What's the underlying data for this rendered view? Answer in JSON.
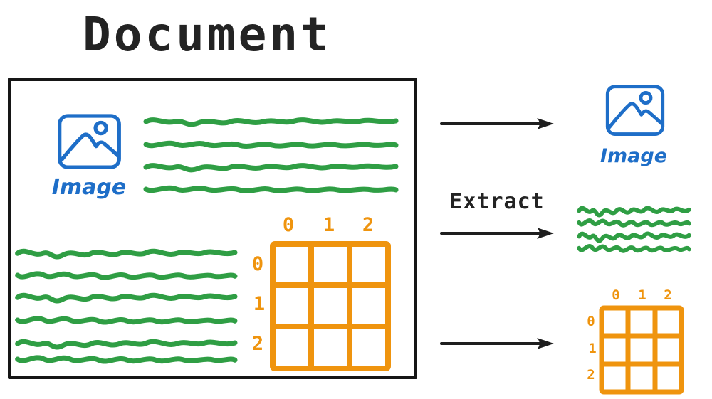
{
  "title": "Document",
  "arrow_label": "Extract",
  "colors": {
    "ink": "#1e1e1e",
    "blue": "#1e6ec8",
    "green": "#2f9e44",
    "orange": "#ef940e"
  },
  "icons": {
    "image": "picture-frame-with-sun-and-mountains",
    "arrow": "right-arrow"
  },
  "document_box": {
    "image": {
      "label": "Image"
    },
    "text_block_top": {
      "line_count": 4
    },
    "text_block_bottom": {
      "line_count": 6
    },
    "table": {
      "col_labels": [
        "0",
        "1",
        "2"
      ],
      "row_labels": [
        "0",
        "1",
        "2"
      ],
      "rows": 3,
      "cols": 3
    }
  },
  "extracted": {
    "image": {
      "label": "Image"
    },
    "text_block": {
      "line_count": 4
    },
    "table": {
      "col_labels": [
        "0",
        "1",
        "2"
      ],
      "row_labels": [
        "0",
        "1",
        "2"
      ],
      "rows": 3,
      "cols": 3
    }
  }
}
